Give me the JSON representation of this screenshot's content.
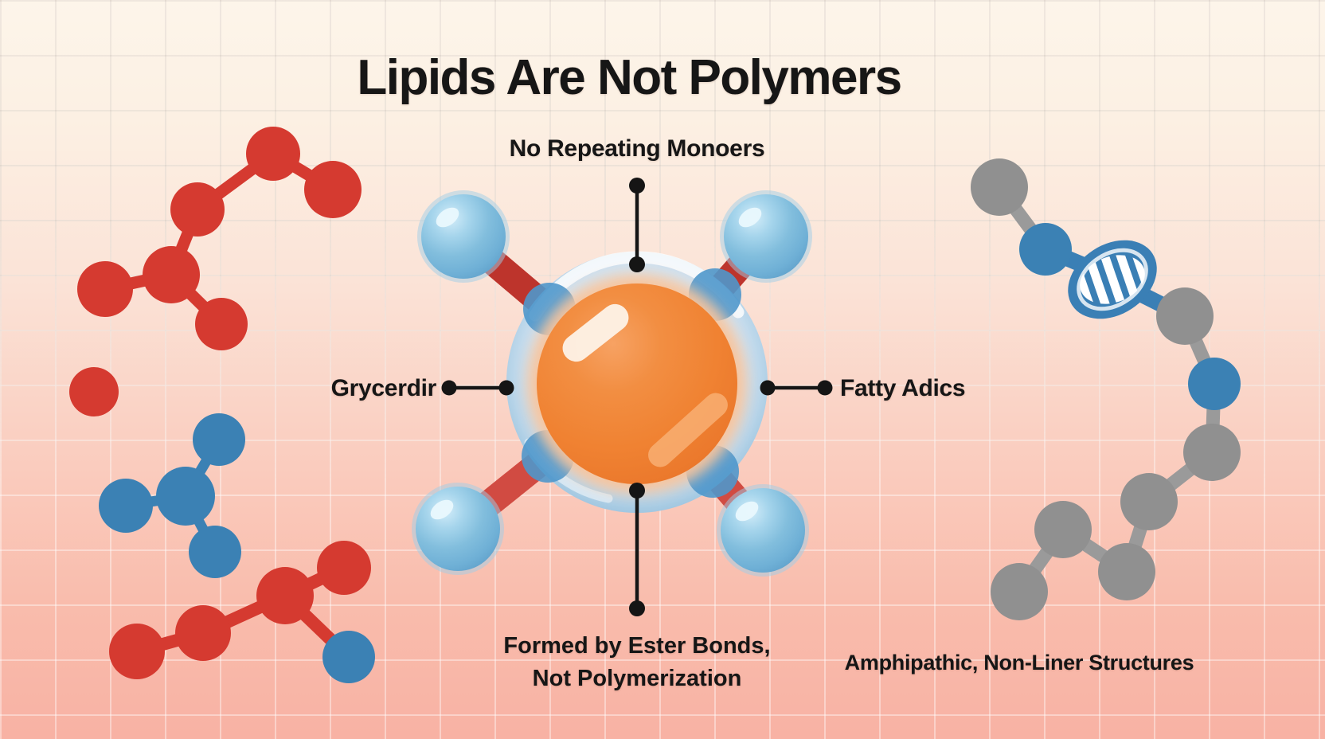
{
  "title": "Lipids Are Not Polymers",
  "labels": {
    "top": "No Repeating Monoers",
    "left": "Grycerdir",
    "right": "Fatty Adics",
    "bottom_line1": "Formed by Ester Bonds,",
    "bottom_line2": "Not Polymerization",
    "bottom_right": "Amphipathic, Non-Liner Structures"
  },
  "illustrations": {
    "center": "glycerol-core-in-bubble-with-four-fatty-acid-spheres",
    "left_top": "red-molecule-chain",
    "left_middle": "blue-branched-molecule",
    "left_bottom": "red-molecule-chain-with-blue-node",
    "right": "gray-blue-molecule-chain-with-striped-coil"
  },
  "colors": {
    "background_top": "#fdf5ea",
    "background_bottom": "#f8b2a4",
    "text": "#161616",
    "red_molecule": "#d53a30",
    "blue_molecule": "#3b81b4",
    "gray_molecule": "#909090",
    "orange_core": "#f08434",
    "bubble_blue": "#bcd9ed",
    "sphere_blue": "#7db9dc",
    "rod_red": "#c03a31",
    "connector": "#151515"
  }
}
